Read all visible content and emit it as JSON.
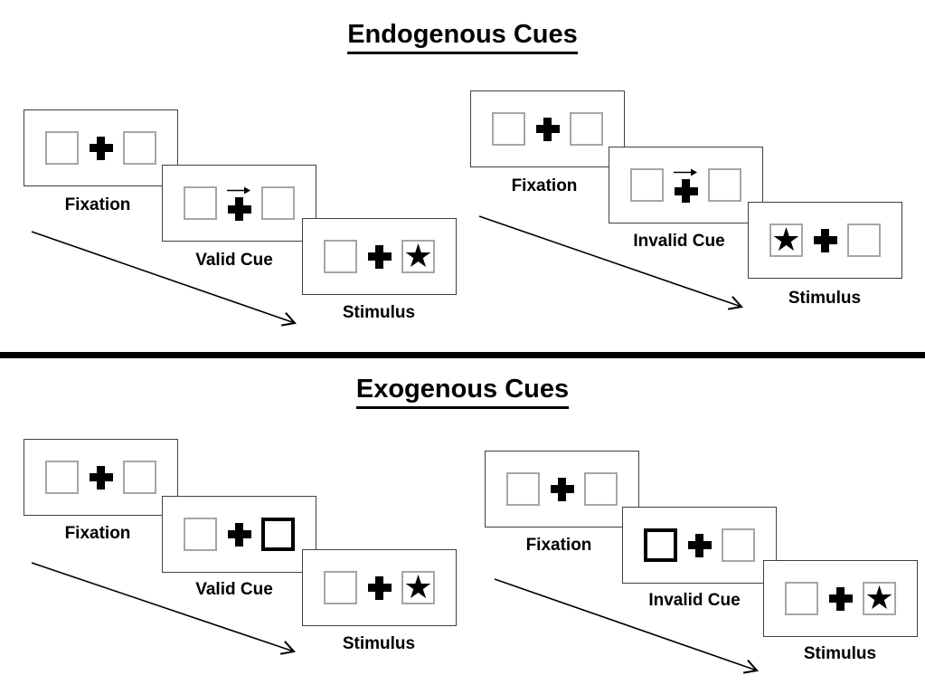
{
  "colors": {
    "background": "#ffffff",
    "panel_border": "#404040",
    "box_border": "#a6a6a6",
    "ink": "#000000"
  },
  "icons": {
    "fixation_cross": "plus-cross-icon",
    "cue_arrow": "right-arrow-icon",
    "target": "filled-star-icon",
    "flow_arrow": "diagonal-arrow-icon"
  },
  "sections": [
    {
      "title": "Endogenous Cues",
      "groups": [
        {
          "name": "valid",
          "panels": [
            {
              "label": "Fixation",
              "cue": "none",
              "boxes": [
                "empty",
                "empty"
              ]
            },
            {
              "label": "Valid Cue",
              "cue": "arrow",
              "boxes": [
                "empty",
                "empty"
              ]
            },
            {
              "label": "Stimulus",
              "cue": "none",
              "boxes": [
                "empty",
                "star"
              ]
            }
          ]
        },
        {
          "name": "invalid",
          "panels": [
            {
              "label": "Fixation",
              "cue": "none",
              "boxes": [
                "empty",
                "empty"
              ]
            },
            {
              "label": "Invalid Cue",
              "cue": "arrow",
              "boxes": [
                "empty",
                "empty"
              ]
            },
            {
              "label": "Stimulus",
              "cue": "none",
              "boxes": [
                "star",
                "empty"
              ]
            }
          ]
        }
      ]
    },
    {
      "title": "Exogenous Cues",
      "groups": [
        {
          "name": "valid",
          "panels": [
            {
              "label": "Fixation",
              "cue": "none",
              "boxes": [
                "empty",
                "empty"
              ]
            },
            {
              "label": "Valid Cue",
              "cue": "none",
              "boxes": [
                "empty",
                "thick"
              ]
            },
            {
              "label": "Stimulus",
              "cue": "none",
              "boxes": [
                "empty",
                "star"
              ]
            }
          ]
        },
        {
          "name": "invalid",
          "panels": [
            {
              "label": "Fixation",
              "cue": "none",
              "boxes": [
                "empty",
                "empty"
              ]
            },
            {
              "label": "Invalid Cue",
              "cue": "none",
              "boxes": [
                "thick",
                "empty"
              ]
            },
            {
              "label": "Stimulus",
              "cue": "none",
              "boxes": [
                "empty",
                "star"
              ]
            }
          ]
        }
      ]
    }
  ]
}
